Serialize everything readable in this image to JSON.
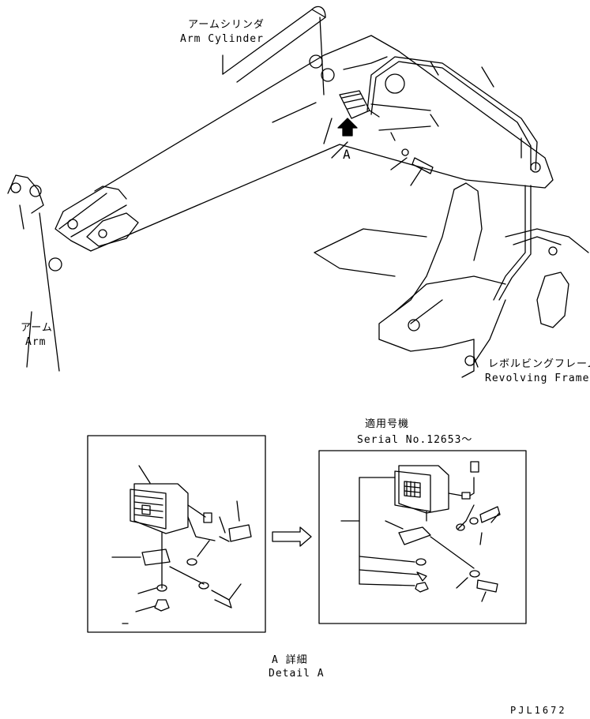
{
  "labels": {
    "arm_cylinder_jp": "アームシリンダ",
    "arm_cylinder_en": "Arm Cylinder",
    "arm_jp": "アーム",
    "arm_en": "Arm",
    "revolving_frame_jp": "レボルビングフレーム",
    "revolving_frame_en": "Revolving Frame",
    "view_a_marker": "A",
    "serial_jp": "適用号機",
    "serial_en": "Serial No.12653～",
    "detail_jp": "A 詳細",
    "detail_en": "Detail A",
    "drawing_number": "PJL1672"
  },
  "colors": {
    "line": "#000000",
    "background": "#ffffff"
  },
  "icons": {
    "view_arrow": "arrow-up-icon",
    "change_arrow": "arrow-right-icon"
  }
}
